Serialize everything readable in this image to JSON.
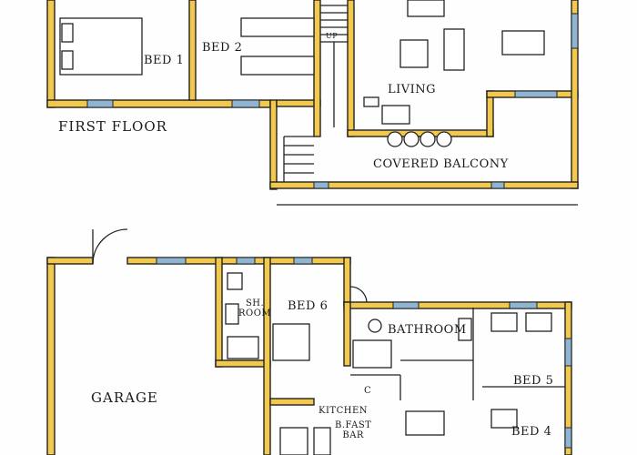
{
  "labels": {
    "bed1": "BED 1",
    "bed2": "BED 2",
    "up": "UP",
    "living": "LIVING",
    "first_floor": "FIRST FLOOR",
    "covered_balcony": "COVERED BALCONY",
    "garage": "GARAGE",
    "sh_room": "SH.\nROOM",
    "bed6": "BED 6",
    "bathroom": "BATHROOM",
    "bed5": "BED 5",
    "bed4": "BED 4",
    "kitchen": "KITCHEN",
    "bfast_bar": "B.FAST\nBAR",
    "cupboard": "C"
  },
  "colors": {
    "wall": "#f2c94c",
    "window": "#8fb5d3",
    "ink": "#222222"
  }
}
